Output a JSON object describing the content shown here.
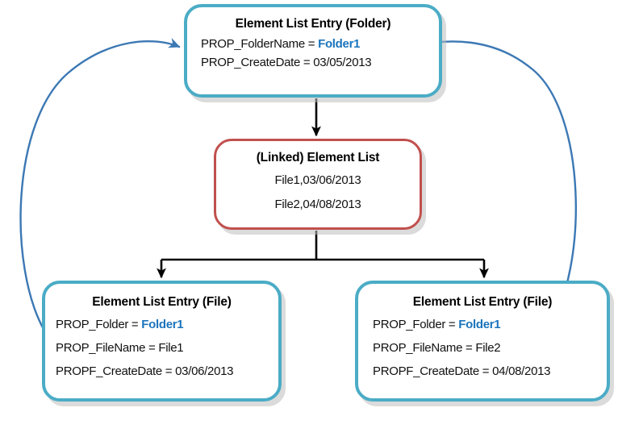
{
  "diagram": {
    "type": "node-link-diagram",
    "colors": {
      "teal_border": "#4BACC6",
      "red_border": "#C0504D",
      "highlight_blue": "#1B74BC",
      "curved_arrow_blue": "#3C78B4",
      "straight_arrow_black": "#000000",
      "shadow_gray": "#BEBEBE",
      "background": "#FFFFFF"
    },
    "nodes": {
      "folder": {
        "title": "Element List Entry (Folder)",
        "lines": [
          {
            "label": "PROP_FolderName = ",
            "value": "Folder1",
            "highlight": true
          },
          {
            "label": "PROP_CreateDate = 03/05/2013",
            "value": "",
            "highlight": false
          }
        ]
      },
      "linked_list": {
        "title": "(Linked) Element List",
        "lines": [
          {
            "label": "File1,03/06/2013",
            "value": "",
            "highlight": false
          },
          {
            "label": "File2,04/08/2013",
            "value": "",
            "highlight": false
          }
        ]
      },
      "file1": {
        "title": "Element List Entry (File)",
        "lines": [
          {
            "label": "PROP_Folder = ",
            "value": "Folder1",
            "highlight": true
          },
          {
            "label": "PROP_FileName = File1",
            "value": "",
            "highlight": false
          },
          {
            "label": "PROPF_CreateDate = 03/06/2013",
            "value": "",
            "highlight": false
          }
        ]
      },
      "file2": {
        "title": "Element List Entry (File)",
        "lines": [
          {
            "label": "PROP_Folder = ",
            "value": "Folder1",
            "highlight": true
          },
          {
            "label": "PROP_FileName = File2",
            "value": "",
            "highlight": false
          },
          {
            "label": "PROPF_CreateDate = 04/08/2013",
            "value": "",
            "highlight": false
          }
        ]
      }
    },
    "connectors": [
      {
        "name": "folder-to-linked-list",
        "style": "straight-arrow",
        "color": "#000000",
        "from": "folder",
        "to": "linked_list"
      },
      {
        "name": "linked-list-to-file1",
        "style": "forked-arrow",
        "color": "#000000",
        "from": "linked_list",
        "to": "file1"
      },
      {
        "name": "linked-list-to-file2",
        "style": "forked-arrow",
        "color": "#000000",
        "from": "linked_list",
        "to": "file2"
      },
      {
        "name": "file1-to-folder",
        "style": "curved-arrow",
        "color": "#3C78B4",
        "from": "file1",
        "to": "folder"
      },
      {
        "name": "file2-to-folder",
        "style": "curved-arrow",
        "color": "#3C78B4",
        "from": "file2",
        "to": "folder"
      }
    ]
  }
}
